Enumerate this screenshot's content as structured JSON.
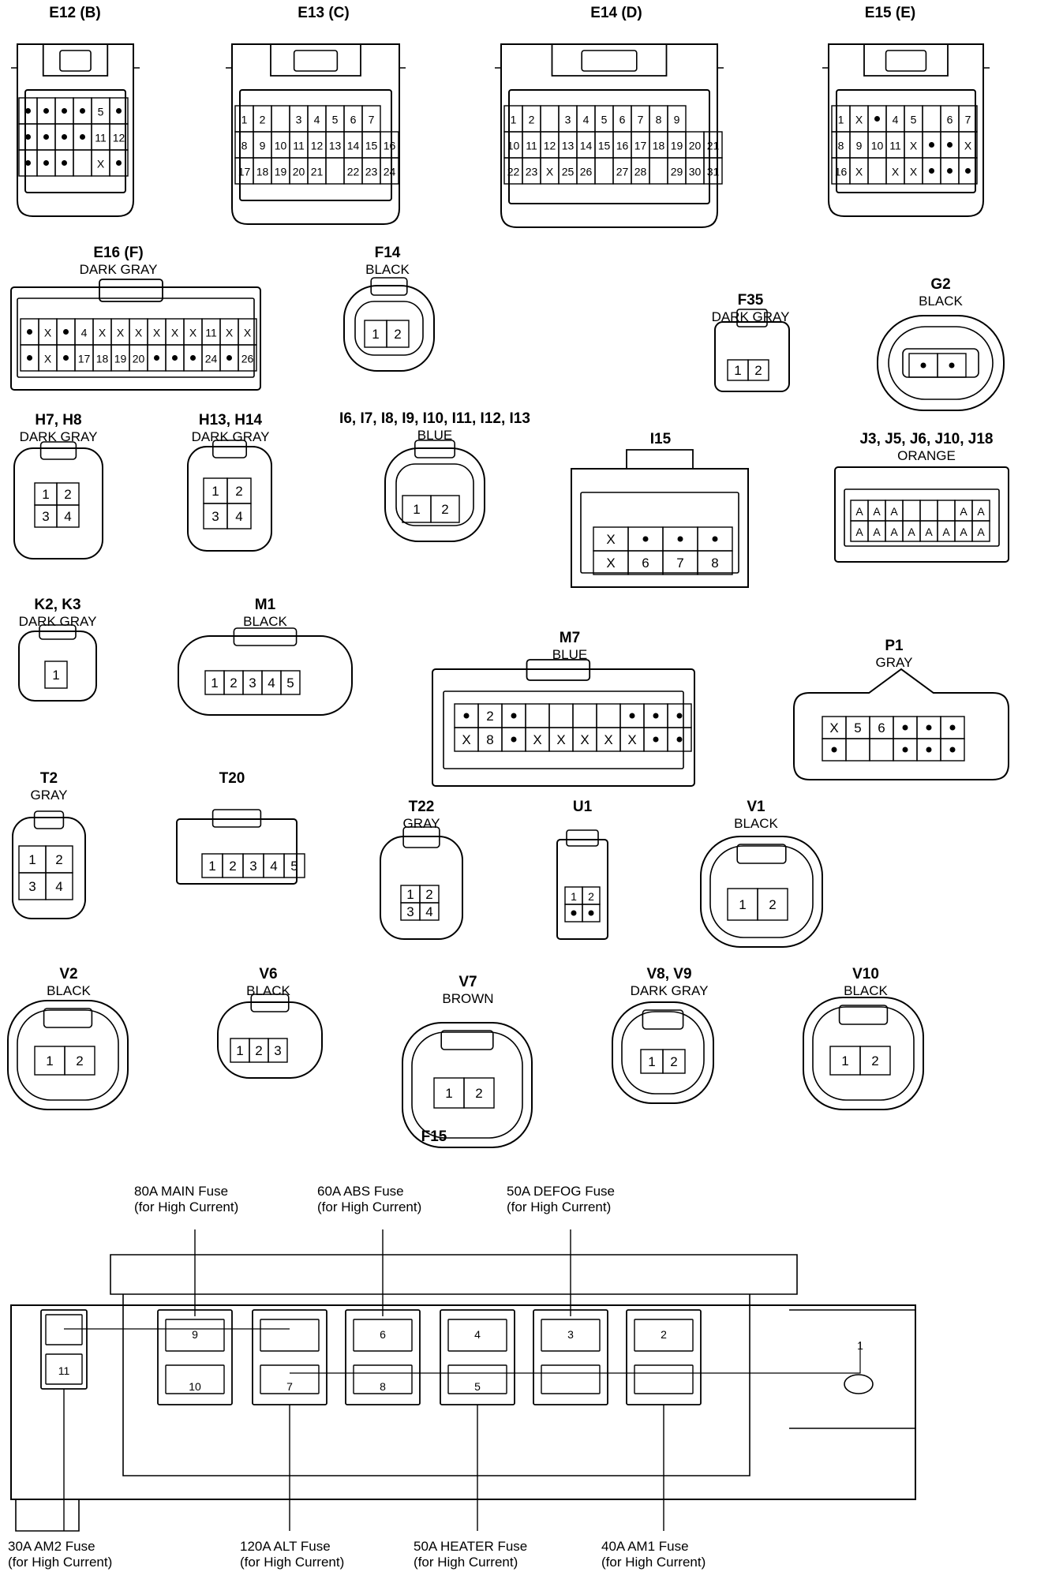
{
  "connectors": [
    {
      "id": "E12 (B)",
      "color": "",
      "pins": [
        [
          "•",
          "•",
          "•",
          "•",
          "5",
          "•"
        ],
        [
          "•",
          "•",
          "•",
          "•",
          "11",
          "12"
        ],
        [
          "•",
          "•",
          "•",
          "",
          "X",
          "•"
        ]
      ]
    },
    {
      "id": "E13 (C)",
      "color": "",
      "pins": [
        [
          "1",
          "2",
          "",
          "3",
          "4",
          "5",
          "6",
          "7"
        ],
        [
          "8",
          "9",
          "10",
          "11",
          "12",
          "13",
          "14",
          "15",
          "16"
        ],
        [
          "17",
          "18",
          "19",
          "20",
          "21",
          "",
          "22",
          "23",
          "24"
        ]
      ]
    },
    {
      "id": "E14 (D)",
      "color": "",
      "pins": [
        [
          "1",
          "2",
          "",
          "3",
          "4",
          "5",
          "6",
          "7",
          "8",
          "9"
        ],
        [
          "10",
          "11",
          "12",
          "13",
          "14",
          "15",
          "16",
          "17",
          "18",
          "19",
          "20",
          "21"
        ],
        [
          "22",
          "23",
          "X",
          "25",
          "26",
          "",
          "27",
          "28",
          "",
          "29",
          "30",
          "31"
        ]
      ]
    },
    {
      "id": "E15 (E)",
      "color": "",
      "pins": [
        [
          "1",
          "X",
          "•",
          "4",
          "5",
          "",
          "6",
          "7"
        ],
        [
          "8",
          "9",
          "10",
          "11",
          "X",
          "•",
          "•",
          "X"
        ],
        [
          "16",
          "X",
          "",
          "X",
          "X",
          "•",
          "•",
          "•"
        ]
      ]
    },
    {
      "id": "E16 (F)",
      "color": "DARK GRAY",
      "pins": [
        [
          "•",
          "X",
          "•",
          "4",
          "X",
          "X",
          "X",
          "X",
          "X",
          "X",
          "11",
          "X",
          "X"
        ],
        [
          "•",
          "X",
          "•",
          "17",
          "18",
          "19",
          "20",
          "•",
          "•",
          "•",
          "24",
          "•",
          "26"
        ]
      ]
    },
    {
      "id": "F14",
      "color": "BLACK",
      "pins": [
        [
          "1",
          "2"
        ]
      ]
    },
    {
      "id": "F35",
      "color": "DARK GRAY",
      "pins": [
        [
          "1",
          "2"
        ]
      ]
    },
    {
      "id": "G2",
      "color": "BLACK",
      "pins": [
        [
          "•",
          "•"
        ]
      ]
    },
    {
      "id": "H7, H8",
      "color": "DARK GRAY",
      "pins": [
        [
          "1",
          "2"
        ],
        [
          "3",
          "4"
        ]
      ]
    },
    {
      "id": "H13, H14",
      "color": "DARK GRAY",
      "pins": [
        [
          "1",
          "2"
        ],
        [
          "3",
          "4"
        ]
      ]
    },
    {
      "id": "I6, I7, I8, I9, I10, I11, I12, I13",
      "color": "BLUE",
      "pins": [
        [
          "1",
          "2"
        ]
      ]
    },
    {
      "id": "I15",
      "color": "",
      "pins": [
        [
          "X",
          "•",
          "•",
          "•"
        ],
        [
          "X",
          "6",
          "7",
          "8"
        ]
      ]
    },
    {
      "id": "J3, J5, J6, J10, J18",
      "color": "ORANGE",
      "pins": [
        [
          "A",
          "A",
          "A",
          "",
          "",
          "",
          "A",
          "A"
        ],
        [
          "A",
          "A",
          "A",
          "A",
          "A",
          "A",
          "A",
          "A"
        ]
      ]
    },
    {
      "id": "K2, K3",
      "color": "DARK GRAY",
      "pins": [
        [
          "1"
        ]
      ]
    },
    {
      "id": "M1",
      "color": "BLACK",
      "pins": [
        [
          "1",
          "2",
          "3",
          "4",
          "5"
        ]
      ]
    },
    {
      "id": "M7",
      "color": "BLUE",
      "pins": [
        [
          "•",
          "2",
          "•",
          "",
          "",
          "",
          "",
          "•",
          "•",
          "•"
        ],
        [
          "X",
          "8",
          "•",
          "X",
          "X",
          "X",
          "X",
          "X",
          "•",
          "•"
        ]
      ]
    },
    {
      "id": "P1",
      "color": "GRAY",
      "pins": [
        [
          "X",
          "5",
          "6",
          "•",
          "•",
          "•"
        ],
        [
          "•",
          "",
          "",
          "•",
          "•",
          "•"
        ]
      ]
    },
    {
      "id": "T2",
      "color": "GRAY",
      "pins": [
        [
          "1",
          "2"
        ],
        [
          "3",
          "4"
        ]
      ]
    },
    {
      "id": "T20",
      "color": "",
      "pins": [
        [
          "1",
          "2",
          "3",
          "4",
          "5"
        ]
      ]
    },
    {
      "id": "T22",
      "color": "GRAY",
      "pins": [
        [
          "1",
          "2"
        ],
        [
          "3",
          "4"
        ]
      ]
    },
    {
      "id": "U1",
      "color": "",
      "pins": [
        [
          "1",
          "2"
        ],
        [
          "•",
          "•"
        ]
      ]
    },
    {
      "id": "V1",
      "color": "BLACK",
      "pins": [
        [
          "1",
          "2"
        ]
      ]
    },
    {
      "id": "V2",
      "color": "BLACK",
      "pins": [
        [
          "1",
          "2"
        ]
      ]
    },
    {
      "id": "V6",
      "color": "BLACK",
      "pins": [
        [
          "1",
          "2",
          "3"
        ]
      ]
    },
    {
      "id": "V7",
      "color": "BROWN",
      "pins": [
        [
          "1",
          "2"
        ]
      ]
    },
    {
      "id": "V8, V9",
      "color": "DARK GRAY",
      "pins": [
        [
          "1",
          "2"
        ]
      ]
    },
    {
      "id": "V10",
      "color": "BLACK",
      "pins": [
        [
          "1",
          "2"
        ]
      ]
    }
  ],
  "fuse_block": {
    "id": "F15",
    "terminals": [
      "9",
      "10",
      "7",
      "6",
      "8",
      "4",
      "5",
      "3",
      "2",
      "11",
      "1"
    ],
    "top_labels": [
      {
        "name": "80A MAIN Fuse",
        "note": "(for High Current)"
      },
      {
        "name": "60A ABS Fuse",
        "note": "(for High Current)"
      },
      {
        "name": "50A DEFOG Fuse",
        "note": "(for High Current)"
      }
    ],
    "bottom_labels": [
      {
        "name": "30A AM2 Fuse",
        "note": "(for High Current)"
      },
      {
        "name": "120A ALT Fuse",
        "note": "(for High Current)"
      },
      {
        "name": "50A HEATER Fuse",
        "note": "(for High Current)"
      },
      {
        "name": "40A AM1 Fuse",
        "note": "(for High Current)"
      }
    ]
  }
}
